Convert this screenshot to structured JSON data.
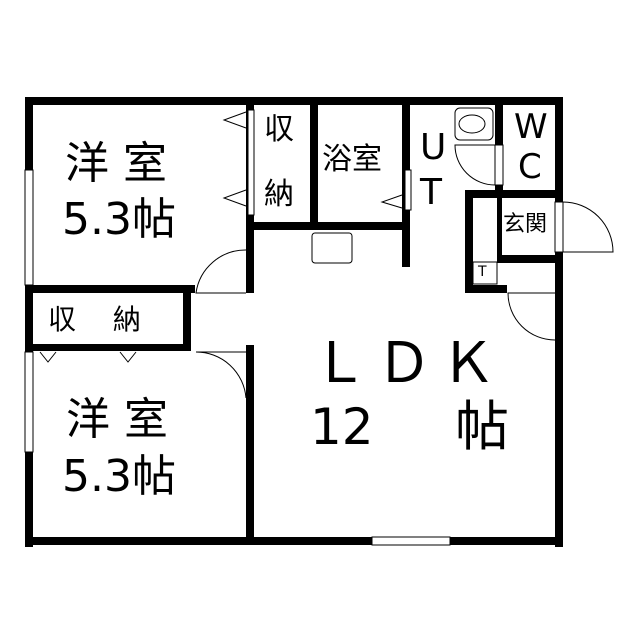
{
  "rooms": {
    "bedroom1": {
      "name": "洋 室",
      "size": "5.3帖"
    },
    "bedroom2": {
      "name": "洋 室",
      "size": "5.3帖"
    },
    "closet1": {
      "label_top": "収",
      "label_bottom": "納"
    },
    "closet2": {
      "label": "収　 納"
    },
    "bath": {
      "label": "浴室"
    },
    "utility": {
      "label_top": "U",
      "label_bottom": "T"
    },
    "toilet": {
      "label_top": "W",
      "label_bottom": "C"
    },
    "entrance": {
      "label": "玄関"
    },
    "shoe_box": {
      "label": "T"
    },
    "ldk": {
      "name": "ＬＤＫ",
      "size_num": "12",
      "size_unit": "帖"
    }
  }
}
